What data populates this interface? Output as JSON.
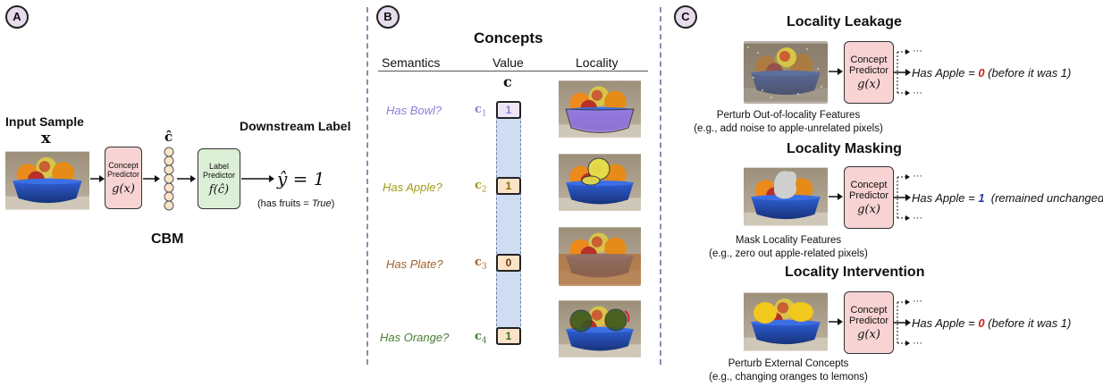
{
  "panel_a": {
    "badge": "A",
    "input_title": "Input Sample",
    "input_symbol": "x",
    "concept_predictor": {
      "line1": "Concept",
      "line2": "Predictor",
      "formula": "g(x)"
    },
    "c_hat": "ĉ",
    "label_predictor": {
      "line1": "Label",
      "line2": "Predictor",
      "formula": "f(ĉ)"
    },
    "downstream_title": "Downstream Label",
    "output": "ŷ = 1",
    "output_note_prefix": "(has fruits = ",
    "output_note_value": "True",
    "output_note_suffix": ")",
    "model_name": "CBM"
  },
  "panel_b": {
    "badge": "B",
    "title": "Concepts",
    "col_semantics": "Semantics",
    "col_value": "Value",
    "col_locality": "Locality",
    "vector_symbol": "c",
    "rows": [
      {
        "question": "Has Bowl?",
        "symbol": "c",
        "sub": "1",
        "value": "1",
        "color": "#8b7fd6",
        "value_color": "#8b7fd6"
      },
      {
        "question": "Has Apple?",
        "symbol": "c",
        "sub": "2",
        "value": "1",
        "color": "#a39a1c",
        "value_color": "#8a6d00"
      },
      {
        "question": "Has Plate?",
        "symbol": "c",
        "sub": "3",
        "value": "0",
        "color": "#a0622a",
        "value_color": "#6b3a10"
      },
      {
        "question": "Has Orange?",
        "symbol": "c",
        "sub": "4",
        "value": "1",
        "color": "#4a7d35",
        "value_color": "#3d6b1f"
      }
    ]
  },
  "panel_c": {
    "badge": "C",
    "sections": [
      {
        "title": "Locality Leakage",
        "predictor_line1": "Concept",
        "predictor_line2": "Predictor",
        "formula": "g(x)",
        "result_prefix": "Has Apple = ",
        "result_value": "0",
        "result_color": "#c0241c",
        "result_suffix": " (before it was 1)",
        "caption1": "Perturb Out-of-locality Features",
        "caption2": "(e.g., add noise to apple-unrelated pixels)"
      },
      {
        "title": "Locality Masking",
        "predictor_line1": "Concept",
        "predictor_line2": "Predictor",
        "formula": "g(x)",
        "result_prefix": "Has Apple = ",
        "result_value": "1",
        "result_color": "#1f3fa8",
        "result_suffix": "  (remained unchanged)",
        "caption1": "Mask Locality Features",
        "caption2": "(e.g., zero out apple-related pixels)"
      },
      {
        "title": "Locality Intervention",
        "predictor_line1": "Concept",
        "predictor_line2": "Predictor",
        "formula": "g(x)",
        "result_prefix": "Has Apple = ",
        "result_value": "0",
        "result_color": "#c0241c",
        "result_suffix": " (before it was 1)",
        "caption1": "Perturb External Concepts",
        "caption2": "(e.g., changing oranges to lemons)"
      }
    ],
    "ellipsis": "···"
  }
}
